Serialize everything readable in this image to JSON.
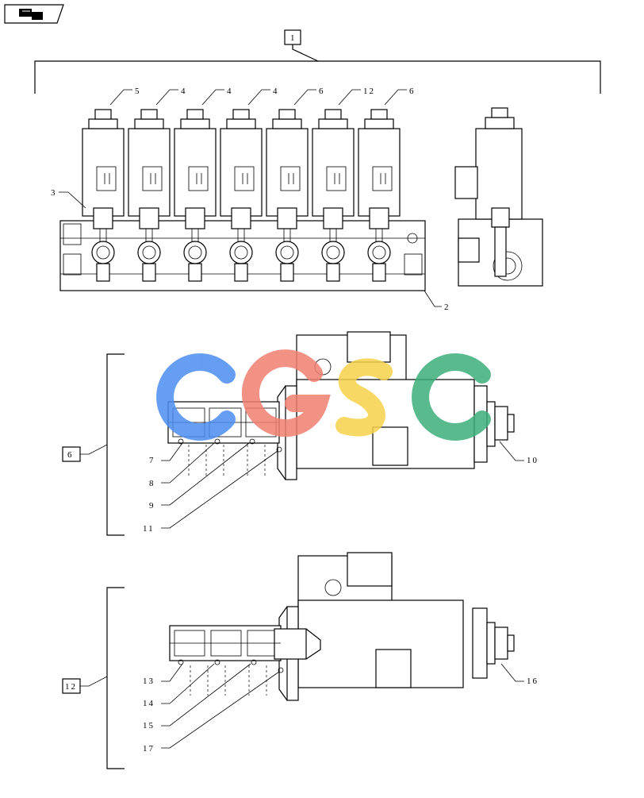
{
  "nav": {
    "icon": "arrow-back-icon"
  },
  "labels": {
    "assembly": "1",
    "valve_block": "2",
    "item_3": "3",
    "top_5": "5",
    "top_4a": "4",
    "top_4b": "4",
    "top_4c": "4",
    "top_6a": "6",
    "top_12": "12",
    "top_6b": "6",
    "detail_a_box": "6",
    "item_7": "7",
    "item_8": "8",
    "item_9": "9",
    "item_11": "11",
    "item_10": "10",
    "detail_b_box": "12",
    "item_13": "13",
    "item_14": "14",
    "item_15": "15",
    "item_17": "17",
    "item_16": "16"
  },
  "watermark": {
    "letters": [
      "C",
      "G",
      "S",
      "C"
    ],
    "colors": [
      "#4a8df0",
      "#f08070",
      "#f6d24a",
      "#3db07a"
    ]
  }
}
